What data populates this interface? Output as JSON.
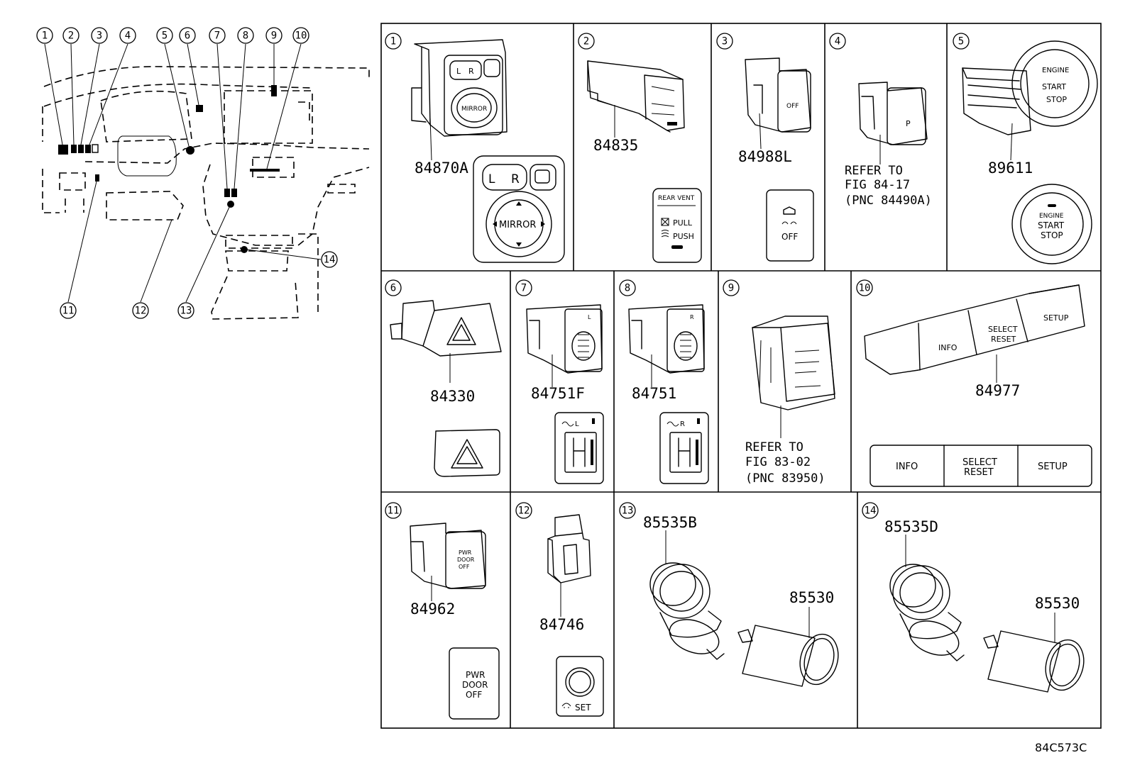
{
  "diagram_code": "84C573C",
  "overview": {
    "callouts": [
      "1",
      "2",
      "3",
      "4",
      "5",
      "6",
      "7",
      "8",
      "9",
      "10",
      "11",
      "12",
      "13",
      "14"
    ]
  },
  "panels": [
    {
      "index": "1",
      "part": "84870A",
      "labels": {
        "l": "L",
        "r": "R",
        "mirror": "MIRROR"
      }
    },
    {
      "index": "2",
      "part": "84835",
      "labels": {
        "title": "REAR VENT",
        "pull": "PULL",
        "push": "PUSH"
      }
    },
    {
      "index": "3",
      "part": "84988L",
      "labels": {
        "off": "OFF"
      }
    },
    {
      "index": "4",
      "part": "",
      "refer": [
        "REFER TO",
        "FIG 84-17",
        "(PNC 84490A)"
      ]
    },
    {
      "index": "5",
      "part": "89611",
      "labels": {
        "engine": "ENGINE",
        "start": "START",
        "stop": "STOP"
      }
    },
    {
      "index": "6",
      "part": "84330"
    },
    {
      "index": "7",
      "part": "84751F",
      "labels": {
        "side": "L"
      }
    },
    {
      "index": "8",
      "part": "84751",
      "labels": {
        "side": "R"
      }
    },
    {
      "index": "9",
      "part": "",
      "refer": [
        "REFER TO",
        "FIG 83-02",
        "(PNC 83950)"
      ]
    },
    {
      "index": "10",
      "part": "84977",
      "labels": {
        "info": "INFO",
        "select": "SELECT",
        "reset": "RESET",
        "setup": "SETUP"
      }
    },
    {
      "index": "11",
      "part": "84962",
      "labels": {
        "pwr": "PWR",
        "door": "DOOR",
        "off": "OFF"
      }
    },
    {
      "index": "12",
      "part": "84746",
      "labels": {
        "set": "SET"
      }
    },
    {
      "index": "13",
      "part": "85535B",
      "part2": "85530"
    },
    {
      "index": "14",
      "part": "85535D",
      "part2": "85530"
    }
  ]
}
